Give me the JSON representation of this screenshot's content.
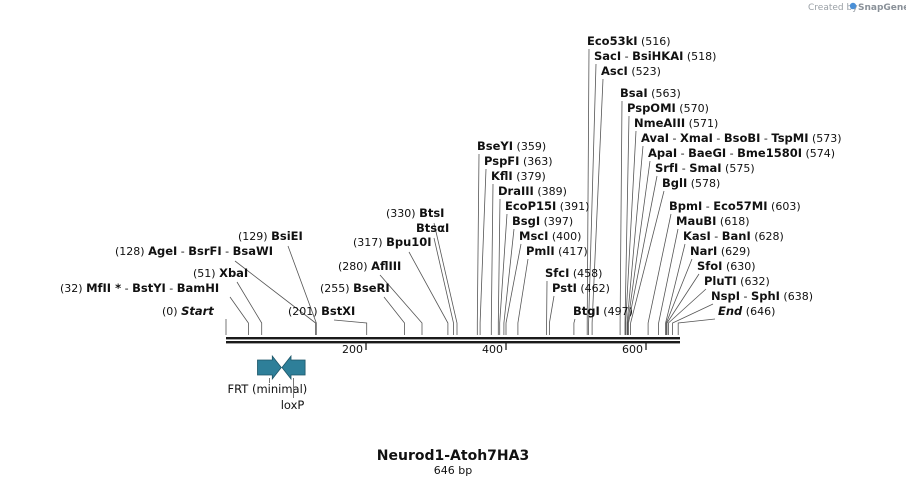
{
  "watermark": {
    "prefix": "Created by",
    "logo_text": "SnapGene"
  },
  "map": {
    "title": "Neurod1-Atoh7HA3",
    "length_label": "646 bp",
    "length": 646,
    "scale_ticks": [
      {
        "value": 200,
        "label": "200"
      },
      {
        "value": 400,
        "label": "400"
      },
      {
        "value": 600,
        "label": "600"
      }
    ],
    "site_labels": [
      {
        "text": "Start",
        "pos": 0,
        "kind": "start"
      },
      {
        "text": "End",
        "pos": 646,
        "kind": "end"
      }
    ],
    "features": [
      {
        "name": "FRT (minimal)",
        "type": "arrow",
        "direction": "forward",
        "color": "#2e7f99",
        "start": 45,
        "end": 79
      },
      {
        "name": "loxP",
        "type": "arrow",
        "direction": "reverse",
        "color": "#2e7f99",
        "start": 80,
        "end": 113
      }
    ],
    "enzyme_rows": [
      {
        "entries": [
          {
            "name": "MfII",
            "star": true,
            "pos": 32
          },
          {
            "name": "BstYI"
          },
          {
            "name": "BamHI"
          }
        ]
      },
      {
        "entries": [
          {
            "name": "XbaI",
            "pos": 51
          }
        ]
      },
      {
        "entries": [
          {
            "name": "AgeI",
            "pos": 128
          },
          {
            "name": "BsrFI"
          },
          {
            "name": "BsaWI"
          }
        ]
      },
      {
        "entries": [
          {
            "name": "BsiEI",
            "pos": 129
          }
        ]
      },
      {
        "entries": [
          {
            "name": "BstXI",
            "pos": 201
          }
        ]
      },
      {
        "entries": [
          {
            "name": "BseRI",
            "pos": 255
          }
        ]
      },
      {
        "entries": [
          {
            "name": "AflIII",
            "pos": 280
          }
        ]
      },
      {
        "entries": [
          {
            "name": "Bpu10I",
            "pos": 317
          }
        ]
      },
      {
        "entries": [
          {
            "name": "BtsαI"
          }
        ]
      },
      {
        "entries": [
          {
            "name": "BtsI",
            "pos": 330
          }
        ]
      },
      {
        "entries": [
          {
            "name": "BseYI",
            "pos": 359
          }
        ]
      },
      {
        "entries": [
          {
            "name": "PspFI",
            "pos": 363
          }
        ]
      },
      {
        "entries": [
          {
            "name": "KflI",
            "pos": 379
          }
        ]
      },
      {
        "entries": [
          {
            "name": "DraIII",
            "pos": 389
          }
        ]
      },
      {
        "entries": [
          {
            "name": "EcoP15I",
            "pos": 391
          }
        ]
      },
      {
        "entries": [
          {
            "name": "BsgI",
            "pos": 397
          }
        ]
      },
      {
        "entries": [
          {
            "name": "MscI",
            "pos": 400
          }
        ]
      },
      {
        "entries": [
          {
            "name": "PmlI",
            "pos": 417
          }
        ]
      },
      {
        "entries": [
          {
            "name": "SfcI",
            "pos": 458
          }
        ]
      },
      {
        "entries": [
          {
            "name": "PstI",
            "pos": 462
          }
        ]
      },
      {
        "entries": [
          {
            "name": "BtgI",
            "pos": 497
          }
        ]
      },
      {
        "entries": [
          {
            "name": "Eco53kI",
            "pos": 516
          }
        ]
      },
      {
        "entries": [
          {
            "name": "SacI",
            "pos": 518
          },
          {
            "name": "BsiHKAI"
          }
        ]
      },
      {
        "entries": [
          {
            "name": "AscI",
            "pos": 523
          }
        ]
      },
      {
        "entries": [
          {
            "name": "BsaI",
            "pos": 563
          }
        ]
      },
      {
        "entries": [
          {
            "name": "PspOMI",
            "pos": 570
          }
        ]
      },
      {
        "entries": [
          {
            "name": "NmeAIII",
            "pos": 571
          }
        ]
      },
      {
        "entries": [
          {
            "name": "AvaI",
            "pos": 573
          },
          {
            "name": "XmaI"
          },
          {
            "name": "BsoBI"
          },
          {
            "name": "TspMI"
          }
        ]
      },
      {
        "entries": [
          {
            "name": "ApaI",
            "pos": 574
          },
          {
            "name": "BaeGI"
          },
          {
            "name": "Bme1580I"
          }
        ]
      },
      {
        "entries": [
          {
            "name": "SrfI",
            "pos": 575
          },
          {
            "name": "SmaI"
          }
        ]
      },
      {
        "entries": [
          {
            "name": "BglI",
            "pos": 578
          }
        ]
      },
      {
        "entries": [
          {
            "name": "BpmI",
            "pos": 603
          },
          {
            "name": "Eco57MI"
          }
        ]
      },
      {
        "entries": [
          {
            "name": "MauBI",
            "pos": 618
          }
        ]
      },
      {
        "entries": [
          {
            "name": "KasI",
            "pos": 628
          },
          {
            "name": "BanI"
          }
        ]
      },
      {
        "entries": [
          {
            "name": "NarI",
            "pos": 629
          }
        ]
      },
      {
        "entries": [
          {
            "name": "SfoI",
            "pos": 630
          }
        ]
      },
      {
        "entries": [
          {
            "name": "PluTI",
            "pos": 632
          }
        ]
      },
      {
        "entries": [
          {
            "name": "NspI",
            "pos": 638
          },
          {
            "name": "SphI"
          }
        ]
      }
    ]
  }
}
